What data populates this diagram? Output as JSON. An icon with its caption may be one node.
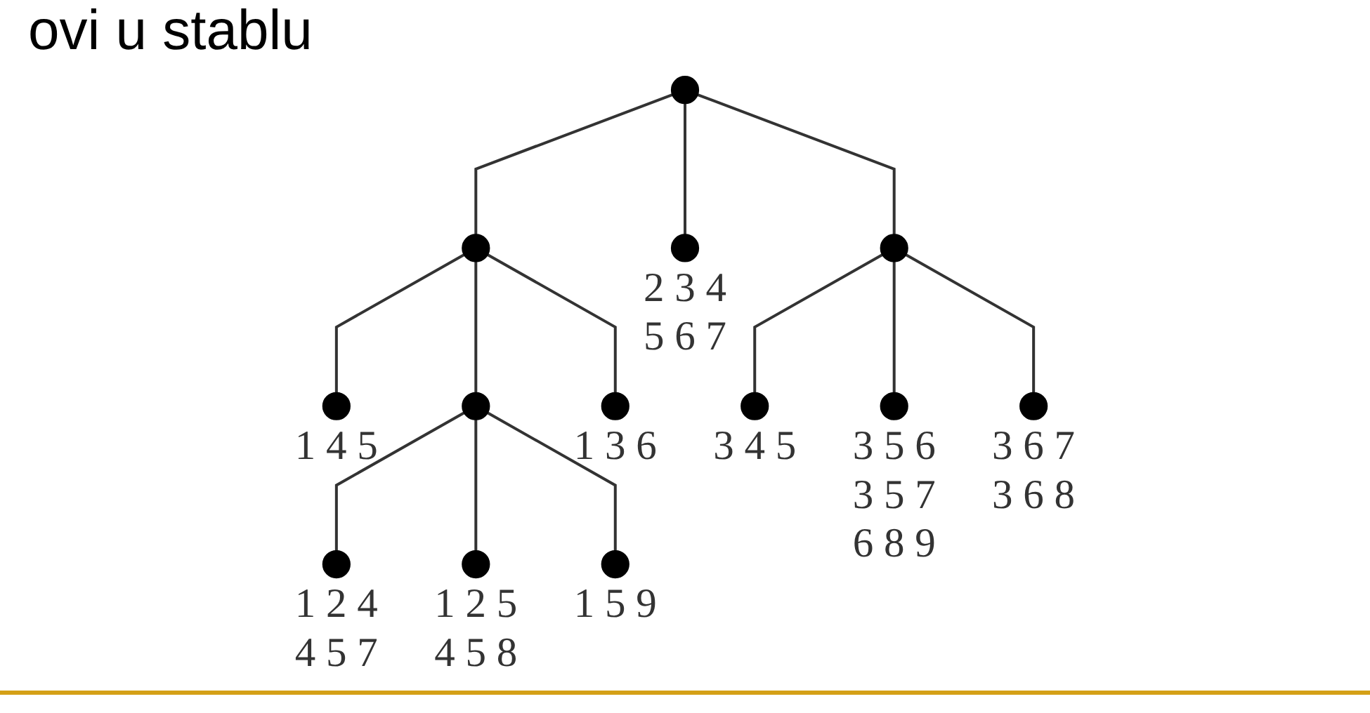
{
  "diagram": {
    "title": "ovi u stablu",
    "nodes": [
      {
        "text": [],
        "shape": "circle"
      },
      {
        "text": [],
        "shape": "circle"
      },
      {
        "text": [],
        "shape": "circle",
        "beside": [
          "2 3 4",
          "5 6 7"
        ]
      },
      {
        "text": [],
        "shape": "circle"
      },
      {
        "text": [],
        "shape": "circle",
        "beside": [
          "1 4 5"
        ]
      },
      {
        "text": [],
        "shape": "circle"
      },
      {
        "text": [],
        "shape": "circle",
        "beside": [
          "1 3 6"
        ]
      },
      {
        "text": [],
        "shape": "circle",
        "beside": [
          "3 4 5"
        ]
      },
      {
        "text": [],
        "shape": "circle",
        "beside": [
          "3 5 6",
          "3 5 7",
          "6 8 9"
        ]
      },
      {
        "text": [],
        "shape": "circle",
        "beside": [
          "3 6 7",
          "3 6 8"
        ]
      },
      {
        "text": [],
        "shape": "circle",
        "beside": [
          "1 2 4",
          "4 5 7"
        ]
      },
      {
        "text": [],
        "shape": "circle",
        "beside": [
          "1 2 5",
          "4 5 8"
        ]
      },
      {
        "text": [],
        "shape": "circle",
        "beside": [
          "1 5 9"
        ]
      }
    ],
    "edges": [
      {
        "from": 0,
        "to": 1,
        "arrow": "none"
      },
      {
        "from": 0,
        "to": 2,
        "arrow": "none"
      },
      {
        "from": 0,
        "to": 3,
        "arrow": "none"
      },
      {
        "from": 1,
        "to": 4,
        "arrow": "none"
      },
      {
        "from": 1,
        "to": 5,
        "arrow": "none"
      },
      {
        "from": 1,
        "to": 6,
        "arrow": "none"
      },
      {
        "from": 3,
        "to": 7,
        "arrow": "none"
      },
      {
        "from": 3,
        "to": 8,
        "arrow": "none"
      },
      {
        "from": 3,
        "to": 9,
        "arrow": "none"
      },
      {
        "from": 5,
        "to": 10,
        "arrow": "none"
      },
      {
        "from": 5,
        "to": 11,
        "arrow": "none"
      },
      {
        "from": 5,
        "to": 12,
        "arrow": "none"
      }
    ]
  }
}
